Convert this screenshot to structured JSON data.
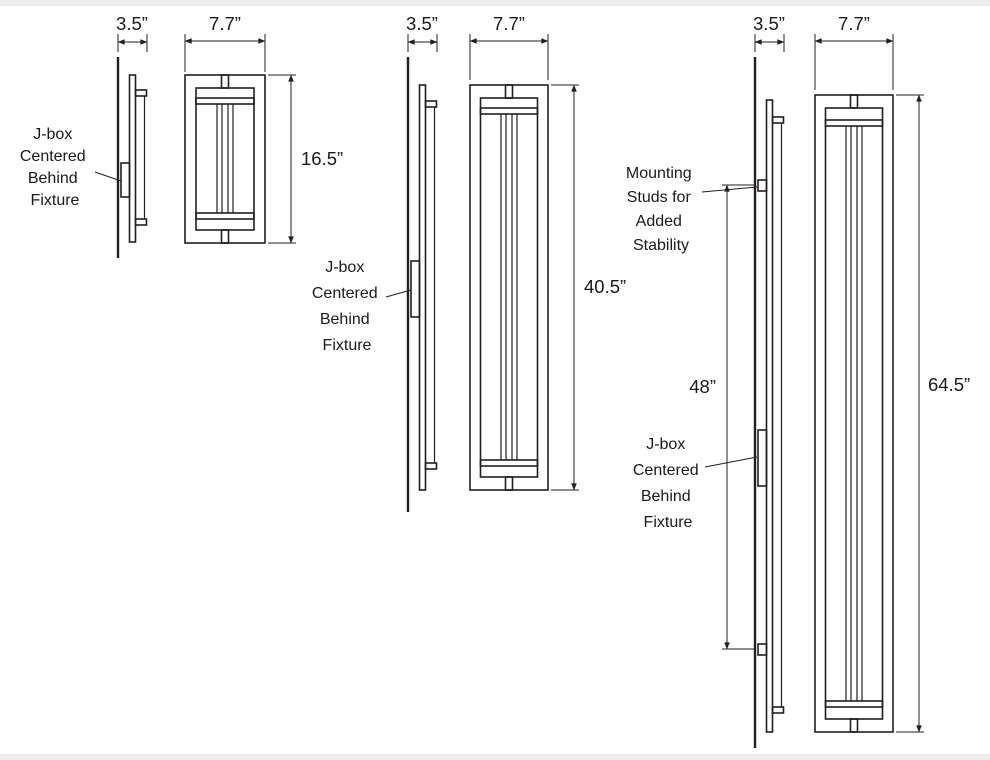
{
  "diagram": {
    "background_color": "#ffffff",
    "line_color": "#231f20",
    "fixtures": [
      {
        "name": "small-sconce",
        "depth": "3.5”",
        "width": "7.7”",
        "height": "16.5”",
        "jbox_note": [
          "J-box",
          "Centered",
          "Behind",
          "Fixture"
        ]
      },
      {
        "name": "medium-sconce",
        "depth": "3.5”",
        "width": "7.7”",
        "height": "40.5”",
        "jbox_note": [
          "J-box",
          "Centered",
          "Behind",
          "Fixture"
        ]
      },
      {
        "name": "large-sconce",
        "depth": "3.5”",
        "width": "7.7”",
        "height": "64.5”",
        "stud_spacing": "48”",
        "mounting_note": [
          "Mounting",
          "Studs for",
          "Added",
          "Stability"
        ],
        "jbox_note": [
          "J-box",
          "Centered",
          "Behind",
          "Fixture"
        ]
      }
    ]
  }
}
